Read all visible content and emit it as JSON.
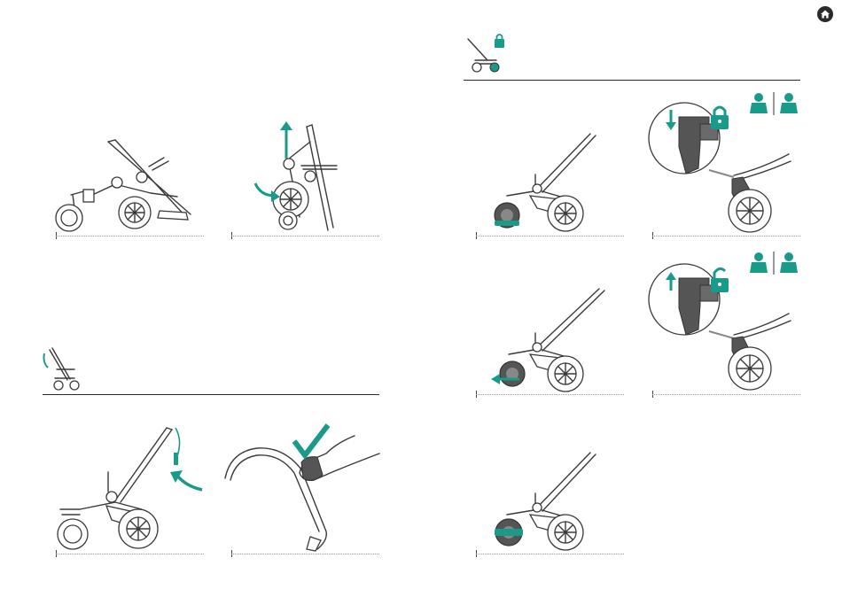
{
  "colors": {
    "accent": "#1a9b8a",
    "line": "#2a2a2a",
    "background": "#ffffff"
  },
  "icons": {
    "home": "home-icon",
    "lock": "lock-icon",
    "unlock": "unlock-icon",
    "arrow_up": "arrow-up-icon",
    "arrow_down": "arrow-down-icon",
    "rotate": "rotate-arrow-icon",
    "checkmark": "checkmark-icon",
    "child_seat": "child-seat-icon",
    "swivel_wheel": "swivel-wheel-icon",
    "wrist_strap": "wrist-strap-icon"
  },
  "sections": [
    {
      "id": "fold",
      "panels": 2
    },
    {
      "id": "wrist-strap",
      "panels": 2
    },
    {
      "id": "swivel-wheel-lock",
      "panels": 5
    }
  ]
}
